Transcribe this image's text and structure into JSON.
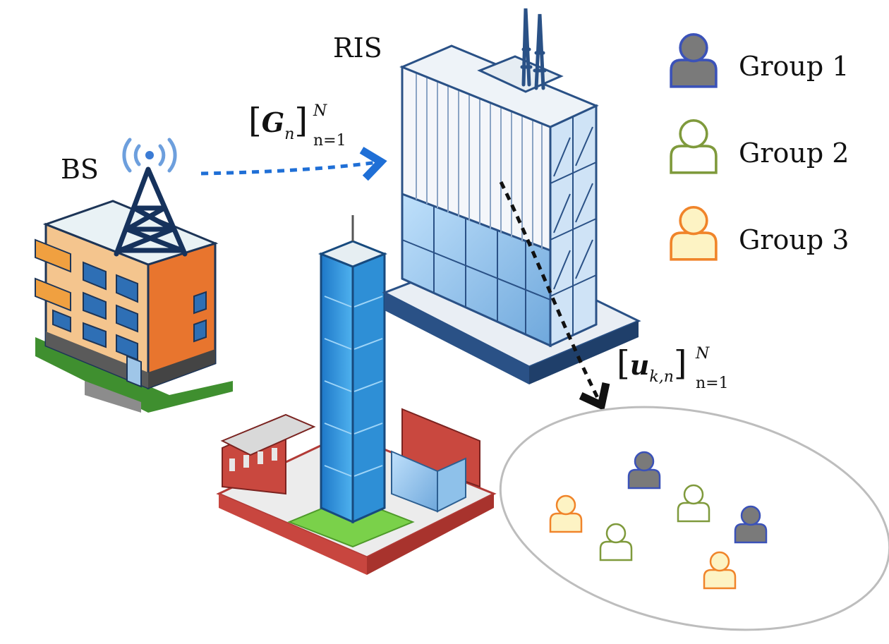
{
  "labels": {
    "bs": "BS",
    "ris": "RIS"
  },
  "channels": {
    "bs_to_ris": {
      "symbol": "G",
      "index": "n",
      "lower": "n=1",
      "upper": "N"
    },
    "ris_to_users": {
      "symbol": "u",
      "index": "k,n",
      "lower": "n=1",
      "upper": "N"
    }
  },
  "legend": [
    {
      "label": "Group 1",
      "color": "#7a7a7a",
      "outline": "#3b52b8"
    },
    {
      "label": "Group 2",
      "color": "#ffffff",
      "outline": "#7f9a3c"
    },
    {
      "label": "Group 3",
      "color": "#fdf3c4",
      "outline": "#f0842a"
    }
  ],
  "colors": {
    "arrow_blue": "#1f6fd6",
    "arrow_black": "#111111",
    "cluster_outline": "#bdbdbd"
  },
  "icons": [
    "cell-tower-icon",
    "bs-building-icon",
    "skyscraper-icon",
    "ris-building-icon",
    "user-icon"
  ]
}
